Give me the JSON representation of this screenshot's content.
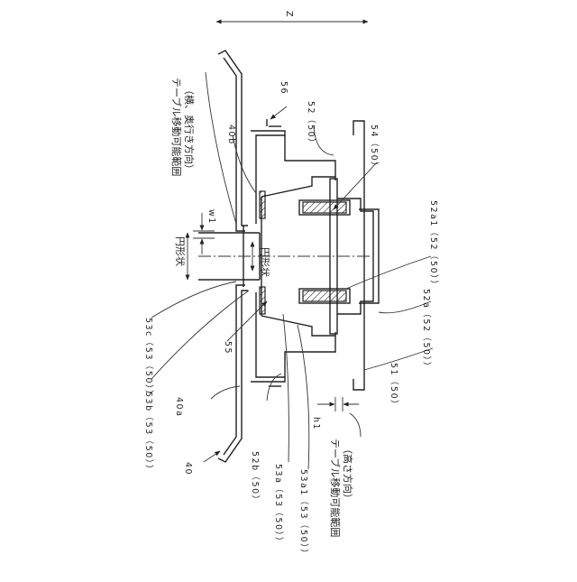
{
  "labels": {
    "z": "Z",
    "range_top_line1": "テーブル移動可能範囲",
    "range_top_line2": "（横、奥行き方向）",
    "range_bottom_line1": "テーブル移動可能範囲",
    "range_bottom_line2": "（高さ方向）",
    "w1": "w1",
    "h1": "h1",
    "circular_left": "円形状",
    "circular_center": "円形状",
    "l56": "56",
    "l52_50_top": "52（50）",
    "l40b": "40b",
    "l54_50": "54（50）",
    "l52a1": "52a1（52（50））",
    "l52a": "52a（52（50））",
    "l51_50": "51（50）",
    "l53c": "53c（53（50））",
    "l55": "55",
    "l53b": "53b（53（50））",
    "l40a": "40a",
    "l40": "40",
    "l52b": "52b（50）",
    "l53a": "53a（53（50））",
    "l53a1": "53a1（53（50））"
  }
}
